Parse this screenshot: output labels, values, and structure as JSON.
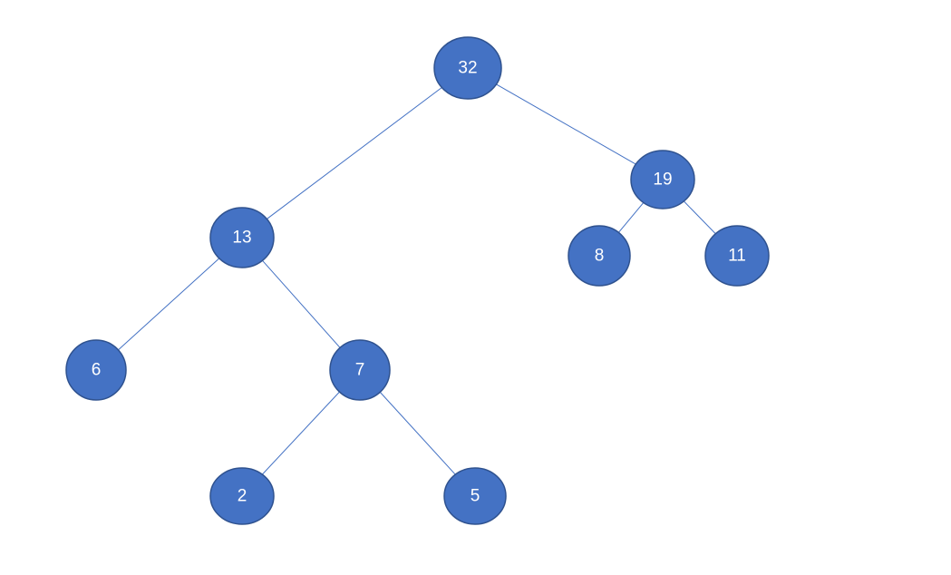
{
  "colors": {
    "node_fill": "#4472c4",
    "node_stroke": "#2f528f",
    "edge": "#4472c4",
    "label": "#ffffff",
    "background": "#ffffff"
  },
  "tree": {
    "nodes": [
      {
        "id": "n32",
        "label": "32"
      },
      {
        "id": "n13",
        "label": "13"
      },
      {
        "id": "n19",
        "label": "19"
      },
      {
        "id": "n6",
        "label": "6"
      },
      {
        "id": "n7",
        "label": "7"
      },
      {
        "id": "n8",
        "label": "8"
      },
      {
        "id": "n11",
        "label": "11"
      },
      {
        "id": "n2",
        "label": "2"
      },
      {
        "id": "n5",
        "label": "5"
      }
    ],
    "edges": [
      {
        "from": "n32",
        "to": "n13"
      },
      {
        "from": "n32",
        "to": "n19"
      },
      {
        "from": "n13",
        "to": "n6"
      },
      {
        "from": "n13",
        "to": "n7"
      },
      {
        "from": "n19",
        "to": "n8"
      },
      {
        "from": "n19",
        "to": "n11"
      },
      {
        "from": "n7",
        "to": "n2"
      },
      {
        "from": "n7",
        "to": "n5"
      }
    ]
  }
}
